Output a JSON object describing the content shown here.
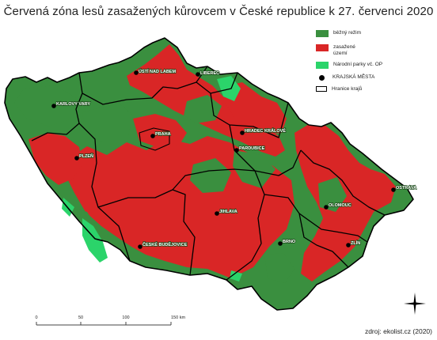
{
  "title": "Červená zóna lesů zasažených kůrovcem v České republice k 27. červenci 2020",
  "legend": {
    "items": [
      {
        "label": "běžný režim",
        "color": "#3a8f3f"
      },
      {
        "label": "zasažené\núzemí",
        "color": "#d92626"
      },
      {
        "label": "Národní parky vč. OP",
        "color": "#2bd46a"
      },
      {
        "label": "KRAJSKÁ MĚSTA",
        "type": "city-dot"
      },
      {
        "label": "Hranice krajů",
        "type": "border-box"
      }
    ]
  },
  "cities": [
    {
      "name": "ÚSTÍ NAD LABEM"
    },
    {
      "name": "LIBEREC"
    },
    {
      "name": "KARLOVY VARY"
    },
    {
      "name": "PRAHA"
    },
    {
      "name": "HRADEC KRÁLOVÉ"
    },
    {
      "name": "PARDUBICE"
    },
    {
      "name": "PLZEŇ"
    },
    {
      "name": "OSTRAVA"
    },
    {
      "name": "OLOMOUC"
    },
    {
      "name": "JIHLAVA"
    },
    {
      "name": "ZLÍN"
    },
    {
      "name": "BRNO"
    },
    {
      "name": "ČESKÉ BUDĚJOVICE"
    }
  ],
  "scale_bar": {
    "ticks": [
      "0",
      "50",
      "100",
      "150 km"
    ]
  },
  "source": "zdroj: ekolist.cz (2020)",
  "colors": {
    "normal": "#3a8f3f",
    "affected": "#d92626",
    "national_park": "#2bd46a",
    "border": "#000000"
  }
}
